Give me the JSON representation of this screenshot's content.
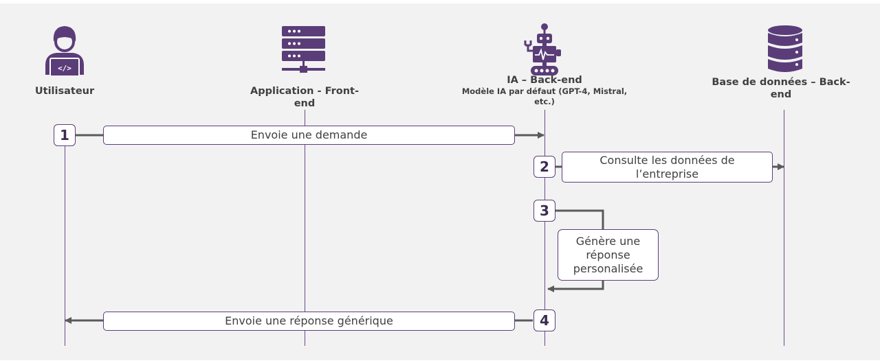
{
  "colors": {
    "accent": "#5a3d78",
    "arrow": "#5a5a5a",
    "background": "#f2f2f2"
  },
  "actors": [
    {
      "label": "Utilisateur",
      "icon": "developer-user-icon"
    },
    {
      "label": "Application - Front-end",
      "icon": "server-icon"
    },
    {
      "label": "IA – Back-end",
      "sublabel": "Modèle IA par défaut (GPT-4, Mistral, etc.)",
      "icon": "robot-icon"
    },
    {
      "label": "Base de données – Back-end",
      "icon": "database-icon"
    }
  ],
  "steps": [
    {
      "number": "1",
      "message": "Envoie une demande"
    },
    {
      "number": "2",
      "message": "Consulte les données de l’entreprise"
    },
    {
      "number": "3",
      "message": "Génère une réponse personalisée"
    },
    {
      "number": "4",
      "message": "Envoie une réponse générique"
    }
  ]
}
